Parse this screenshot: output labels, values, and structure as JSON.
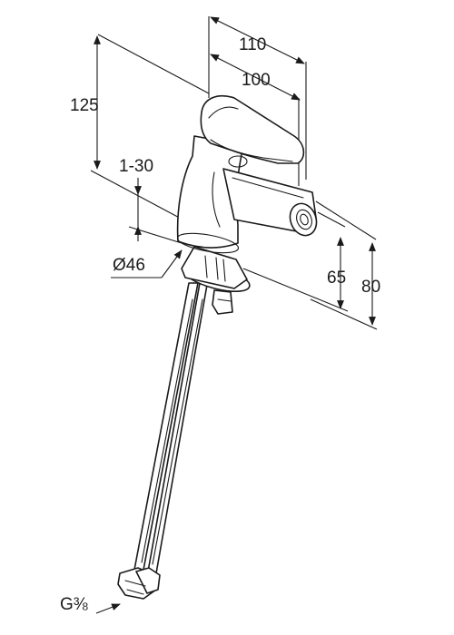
{
  "drawing": {
    "subject": "bidet mixer tap",
    "dimensions": {
      "width_overall": "110",
      "width_spout": "100",
      "height_total": "125",
      "deck_thickness": "1-30",
      "base_diameter": "Ø46",
      "spout_height": "65",
      "spout_top_height": "80",
      "connection_thread": "G⅜"
    }
  }
}
